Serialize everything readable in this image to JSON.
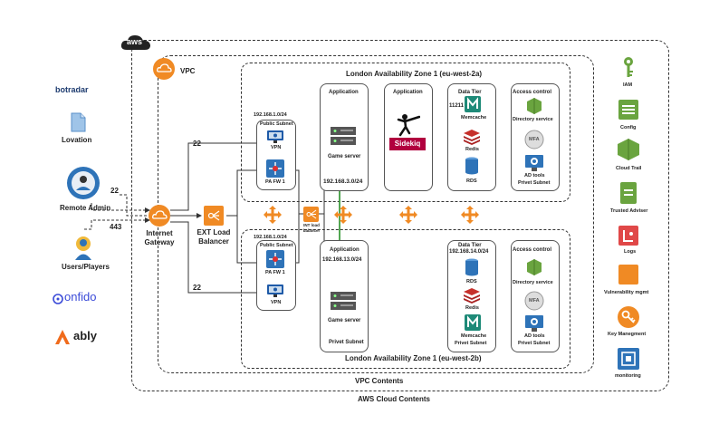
{
  "aws_badge": "aws",
  "vpc_label": "VPC",
  "aws_cloud_contents": "AWS Cloud Contents",
  "vpc_contents": "VPC Contents",
  "zone_a": {
    "title": "London Availability Zone 1 (eu-west-2a)",
    "public_subnet": {
      "cidr": "192.168.1.0/24",
      "label": "Public Subnet",
      "vpn": "VPN",
      "pafw": "PA FW 1"
    },
    "application_1": {
      "title": "Application",
      "component": "Game server",
      "cidr": "192.168.3.0/24"
    },
    "application_2": {
      "title": "Application",
      "logo": "Sidekiq"
    },
    "data_tier": {
      "title": "Data Tier",
      "port": "11211",
      "memcache": "Memcache",
      "redis": "Redis",
      "rds": "RDS"
    },
    "access_control": {
      "title": "Access control",
      "directory": "Directory service",
      "mfa": "MFA",
      "ad_tools": "AD tools",
      "subnet": "Privet Subnet"
    }
  },
  "zone_b": {
    "title": "London Availability Zone 1 (eu-west-2b)",
    "public_subnet": {
      "cidr": "192.168.1.0/24",
      "label": "Public Subnet",
      "vpn": "VPN",
      "pafw": "PA FW 1"
    },
    "application": {
      "title": "Application",
      "cidr": "192.168.13.0/24",
      "component": "Game server",
      "subnet": "Privet Subnet"
    },
    "data_tier": {
      "title": "Data Tier",
      "cidr": "192.168.14.0/24",
      "rds": "RDS",
      "redis": "Redis",
      "memcache": "Memcache",
      "subnet": "Privet Subnet"
    },
    "access_control": {
      "title": "Access control",
      "directory": "Directory service",
      "mfa": "MFA",
      "ad_tools": "AD tools",
      "subnet": "Privet Subnet"
    }
  },
  "internet_gateway": "Internet Gateway",
  "ext_lb": "EXT Load Balancer",
  "int_lb": "INT load balancer",
  "ports": {
    "p22_top": "22",
    "p22_bottom": "22",
    "p22_admin": "22",
    "p443": "443"
  },
  "left": {
    "botradar": "botradar",
    "lovation": "Lovation",
    "remote_admin": "Remote Admin",
    "users": "Users/Players",
    "onfido": "onfido",
    "ably": "ably"
  },
  "services": [
    "IAM",
    "Config",
    "Cloud Trail",
    "Trusted Adviser",
    "Logs",
    "Vulnerability mgmt",
    "Key Manegment",
    "monitoring"
  ],
  "colors": {
    "aws_green": "#6aa43f",
    "aws_orange": "#f08a24",
    "redis_red": "#c6302b",
    "rds_blue": "#2e73b8",
    "memcache_teal": "#1e8a78"
  }
}
